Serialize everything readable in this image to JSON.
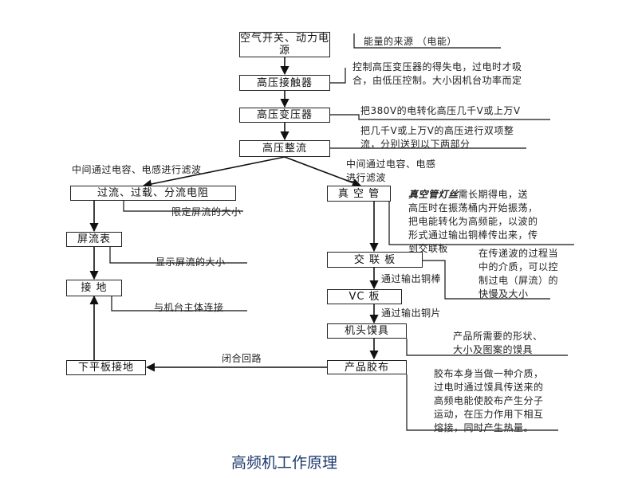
{
  "title": "高频机工作原理",
  "boxes": {
    "power": "空气开关、动力电源",
    "contactor": "高压接触器",
    "transformer": "高压变压器",
    "rectifier": "高压整流",
    "overcurrent": "过流、过载、分流电阻",
    "vacuum_tube": "真 空 管",
    "screen_meter": "屏流表",
    "ground": "接  地",
    "ac_plate": "交 联 板",
    "vc_plate": "VC  板",
    "die": "机头馍具",
    "lower_plate_ground": "下平板接地",
    "product_cloth": "产品胶布"
  },
  "notes": {
    "power": "能量的来源 （电能）",
    "contactor_1": "控制高压变压器的得失电，过电时才吸",
    "contactor_2": "合，由低压控制。大小因机台功率而定",
    "transformer": "把380V的电转化高压几千V或上万V",
    "rectifier_1": "把几千V或上万V的高压进行双项整",
    "rectifier_2": "流，分别送到以下两部分",
    "filter_left": "中间通过电容、电感进行滤波",
    "filter_right_1": "中间通过电容、电感",
    "filter_right_2": "进行滤波",
    "limit_screen": "限定屏流的大小",
    "vacuum_em": "真空管灯丝",
    "vacuum_1": "需长期得电，送",
    "vacuum_2": "高压时在振荡桶内开始振荡，",
    "vacuum_3": "把电能转化为高频能，以波的",
    "vacuum_4": "形式通过输出铜棒传出来，传",
    "vacuum_5": "到交联板",
    "show_screen": "显示屏流的大小",
    "wave_1": "在传递波的过程当",
    "wave_2": "中的介质，可以控",
    "wave_3": "制过电（屏流）的",
    "wave_4": "快慢及大小",
    "copper_rod": "通过输出铜棒",
    "connect_body": "与机台主体连接",
    "copper_sheet": "通过输出铜片",
    "die_1": "产品所需要的形状、",
    "die_2": "大小及图案的馍具",
    "loop": "闭合回路",
    "cloth_1": "胶布本身当做一种介质，",
    "cloth_2": "过电时通过馍具传送来的",
    "cloth_3": "高频电能使胶布产生分子",
    "cloth_4": "运动，在压力作用下相互",
    "cloth_5": "熔接，同时产生热量。"
  }
}
